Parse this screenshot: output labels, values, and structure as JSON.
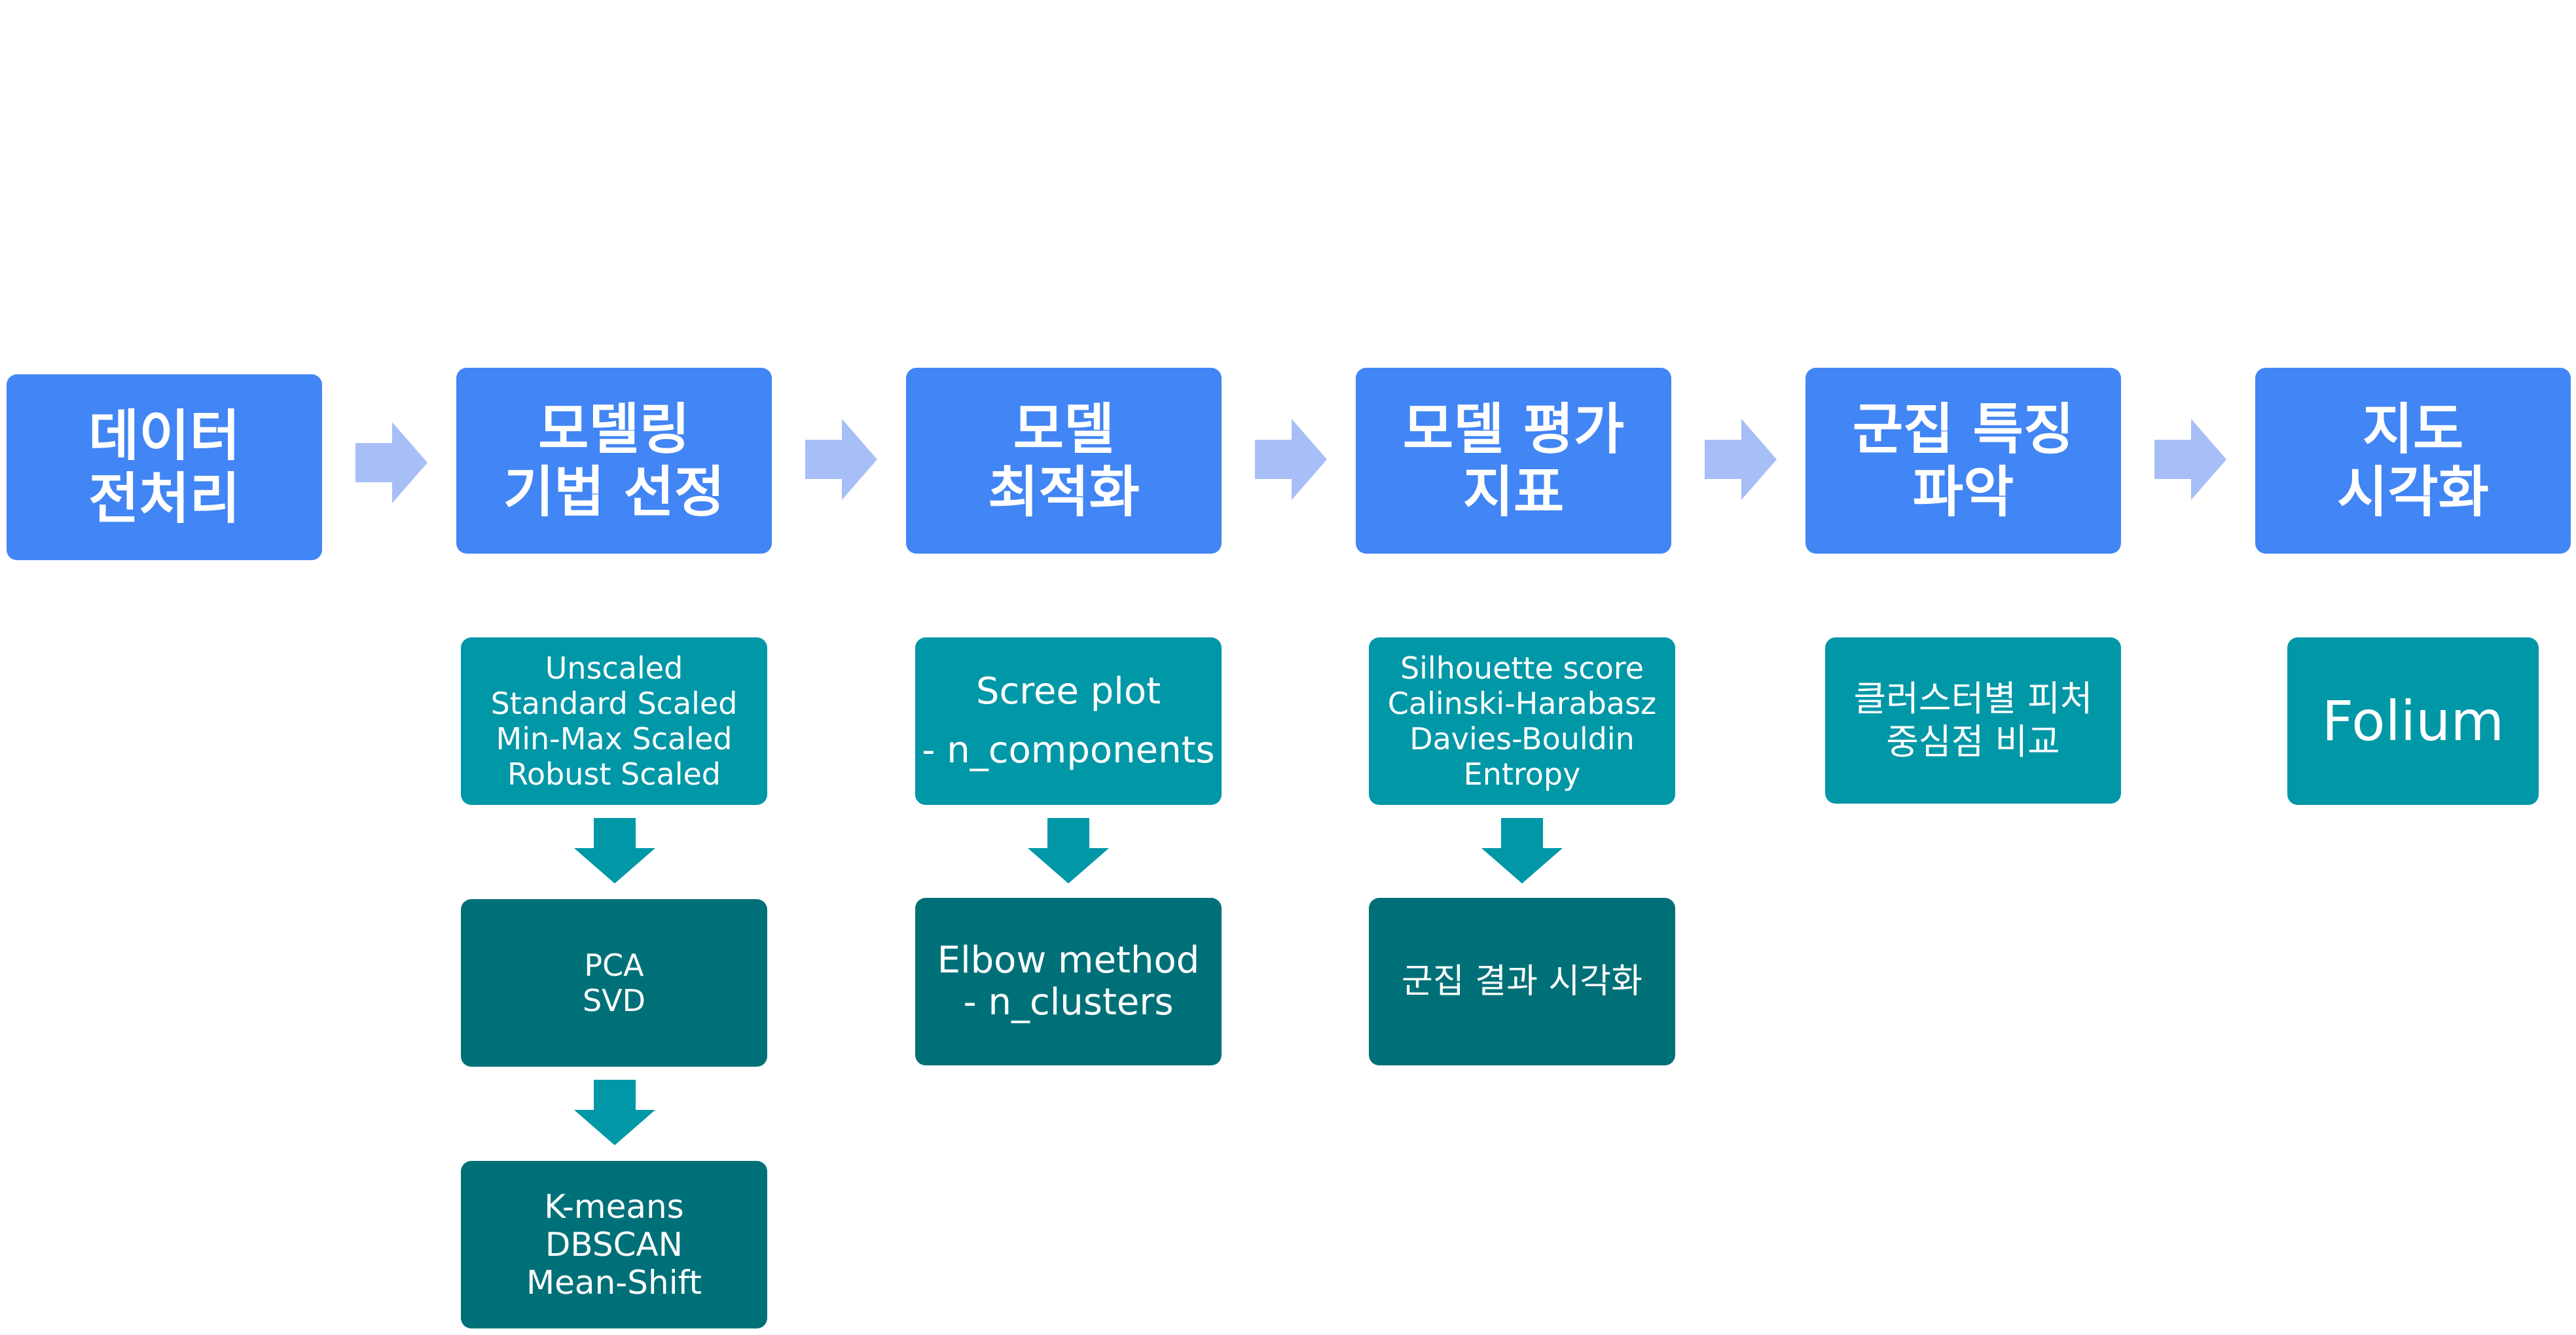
{
  "colors": {
    "stage_box": "#4285f4",
    "method_box": "#0097a7",
    "result_box": "#007078",
    "flow_arrow": "#a7bef7",
    "down_arrow": "#0097a7"
  },
  "stages": [
    {
      "lines": [
        "데이터",
        "전처리"
      ]
    },
    {
      "lines": [
        "모델링",
        "기법 선정"
      ]
    },
    {
      "lines": [
        "모델",
        "최적화"
      ]
    },
    {
      "lines": [
        "모델 평가",
        "지표"
      ]
    },
    {
      "lines": [
        "군집 특징",
        "파악"
      ]
    },
    {
      "lines": [
        "지도",
        "시각화"
      ]
    }
  ],
  "modeling": {
    "scaling": [
      "Unscaled",
      "Standard Scaled",
      "Min-Max Scaled",
      "Robust Scaled"
    ],
    "reduction": [
      "PCA",
      "SVD"
    ],
    "algorithms": [
      "K-means",
      "DBSCAN",
      "Mean-Shift"
    ]
  },
  "optimization": {
    "scree": [
      "Scree plot",
      "- n_components"
    ],
    "elbow": [
      "Elbow method",
      "- n_clusters"
    ]
  },
  "evaluation": {
    "metrics": [
      "Silhouette score",
      "Calinski-Harabasz",
      "Davies-Bouldin",
      "Entropy"
    ],
    "visualization": "군집 결과 시각화"
  },
  "features": {
    "compare": [
      "클러스터별 피처",
      "중심점 비교"
    ]
  },
  "map": {
    "tool": "Folium"
  }
}
